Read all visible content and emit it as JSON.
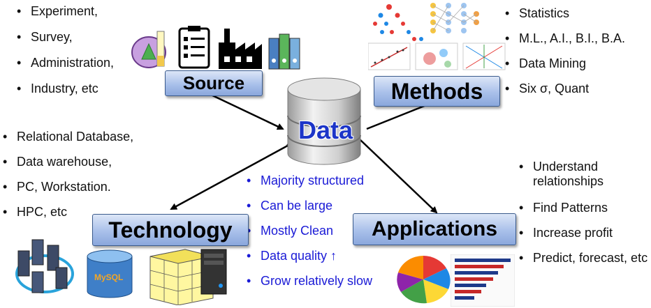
{
  "center": {
    "label": "Data"
  },
  "source": {
    "label": "Source",
    "items": [
      "Experiment,",
      "Survey,",
      "Administration,",
      "Industry, etc"
    ]
  },
  "methods": {
    "label": "Methods",
    "items": [
      "Statistics",
      "M.L., A.I., B.I., B.A.",
      "Data Mining",
      "Six σ, Quant"
    ]
  },
  "technology": {
    "label": "Technology",
    "items": [
      "Relational Database,",
      "Data warehouse,",
      "PC, Workstation.",
      "HPC, etc"
    ]
  },
  "applications": {
    "label": "Applications",
    "items": [
      "Understand relationships",
      "Find Patterns",
      "Increase profit",
      "Predict, forecast, etc"
    ]
  },
  "data_properties": {
    "items": [
      "Majority structured",
      "Can be large",
      "Mostly Clean",
      "Data quality ↑",
      "Grow relatively slow"
    ]
  },
  "colors": {
    "label_box": "#a9c0ea",
    "properties_text": "#1a1ad6",
    "data_text": "#1c35c8",
    "arrow": "#000000"
  }
}
